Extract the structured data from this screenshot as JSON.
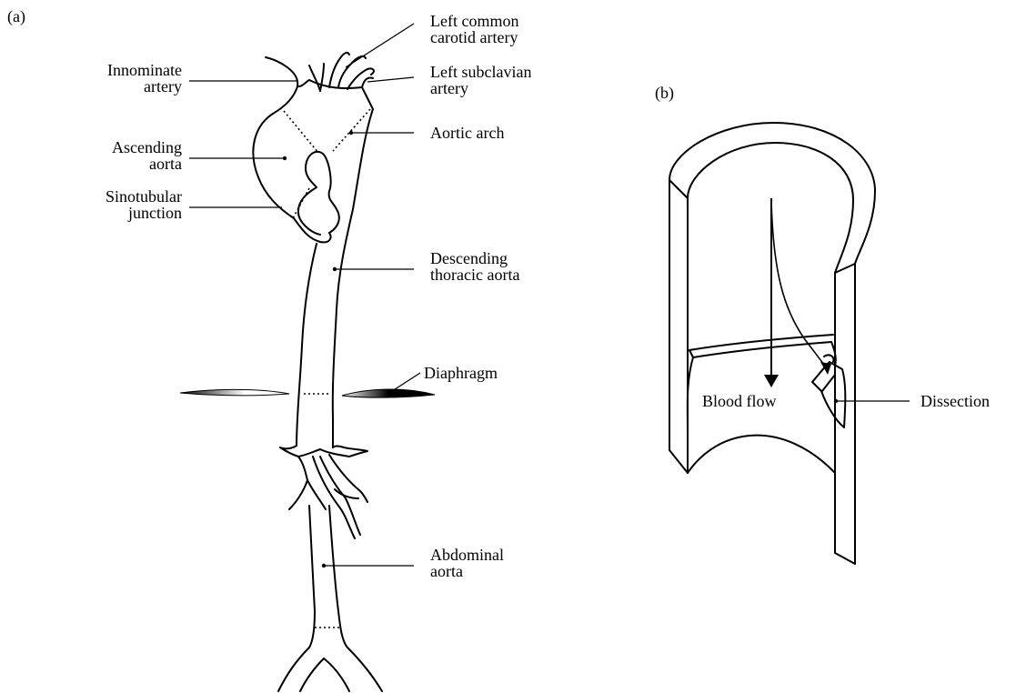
{
  "panels": {
    "a": {
      "label": "(a)"
    },
    "b": {
      "label": "(b)"
    }
  },
  "labels_a": {
    "left_common_carotid": [
      "Left common",
      "carotid artery"
    ],
    "innominate": [
      "Innominate",
      "artery"
    ],
    "left_subclavian": [
      "Left subclavian",
      "artery"
    ],
    "aortic_arch": [
      "Aortic arch"
    ],
    "ascending_aorta": [
      "Ascending",
      "aorta"
    ],
    "sinotubular": [
      "Sinotubular",
      "junction"
    ],
    "descending_thoracic": [
      "Descending",
      "thoracic aorta"
    ],
    "diaphragm": [
      "Diaphragm"
    ],
    "abdominal": [
      "Abdominal",
      "aorta"
    ]
  },
  "labels_b": {
    "blood_flow": "Blood flow",
    "dissection": "Dissection"
  }
}
